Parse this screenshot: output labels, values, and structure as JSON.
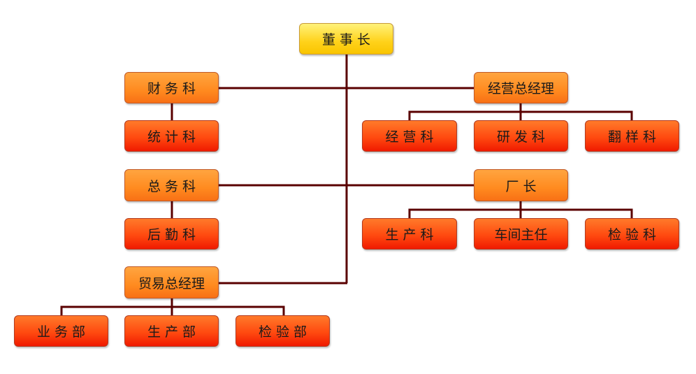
{
  "chart_title": "",
  "nodes": {
    "chairman": "董 事 长",
    "finance": "财 务 科",
    "statistics": "统 计 科",
    "general_affairs": "总 务 科",
    "logistics": "后 勤 科",
    "trade_gm": "贸易总经理",
    "business_dept": "业 务 部",
    "production_dept": "生 产 部",
    "inspection_dept": "检 验 部",
    "operations_gm": "经营总经理",
    "operations_section": "经 营 科",
    "rnd_section": "研 发 科",
    "sample_section": "翻 样 科",
    "factory_director": "厂 长",
    "production_section": "生 产 科",
    "workshop_director": "车间主任",
    "inspection_section": "检 验 科"
  },
  "colors": {
    "line": "#5a0000",
    "level1": "#ffd21a",
    "level2": "#ff8a1f",
    "level3": "#ff4a10"
  }
}
